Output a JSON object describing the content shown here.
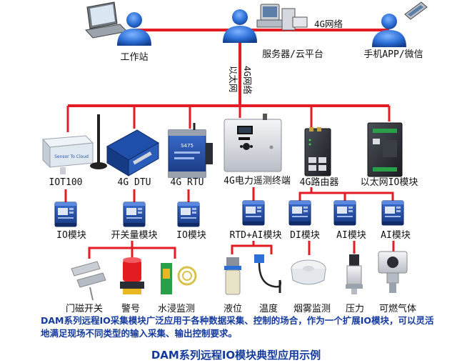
{
  "top": {
    "workstation": "工作站",
    "server": "服务器/云平台",
    "mobile": "手机APP/微信",
    "link_4g": "4G网络",
    "trunk_ethernet": "以太网",
    "trunk_4g": "4G网络"
  },
  "devices": {
    "iot100": "IOT100",
    "dtu": "4G DTU",
    "rtu": "4G RTU",
    "power_terminal": "4G电力遥测终端",
    "router": "4G路由器",
    "eth_io": "以太网IO模块"
  },
  "device_badges": {
    "iot100_face": "Sensor To Cloud",
    "rtu_model": "S475"
  },
  "modules": {
    "m1": "IO模块",
    "m2": "开关量模块",
    "m3": "IO模块",
    "m4": "RTD+AI模块",
    "m5": "DI模块",
    "m6": "AI模块",
    "m7": "AI模块"
  },
  "sensors": {
    "door": "门磁开关",
    "alarm": "警号",
    "flood": "水浸监测",
    "level": "液位",
    "temp": "温度",
    "smoke": "烟雾监测",
    "pressure": "压力",
    "gas": "可燃气体"
  },
  "description": "DAM系列远程IO采集模块广泛应用于各种数据采集、控制的场合，作为一个扩展IO模块，可以灵活地满足现场不同类型的输入采集、输出控制要求。",
  "footer_title": "DAM系列远程IO模块典型应用示例",
  "colors": {
    "line": "#e31b23",
    "text_blue": "#143a9e",
    "person": "#2c6fd6",
    "module_blue": "#1f4fa8"
  }
}
